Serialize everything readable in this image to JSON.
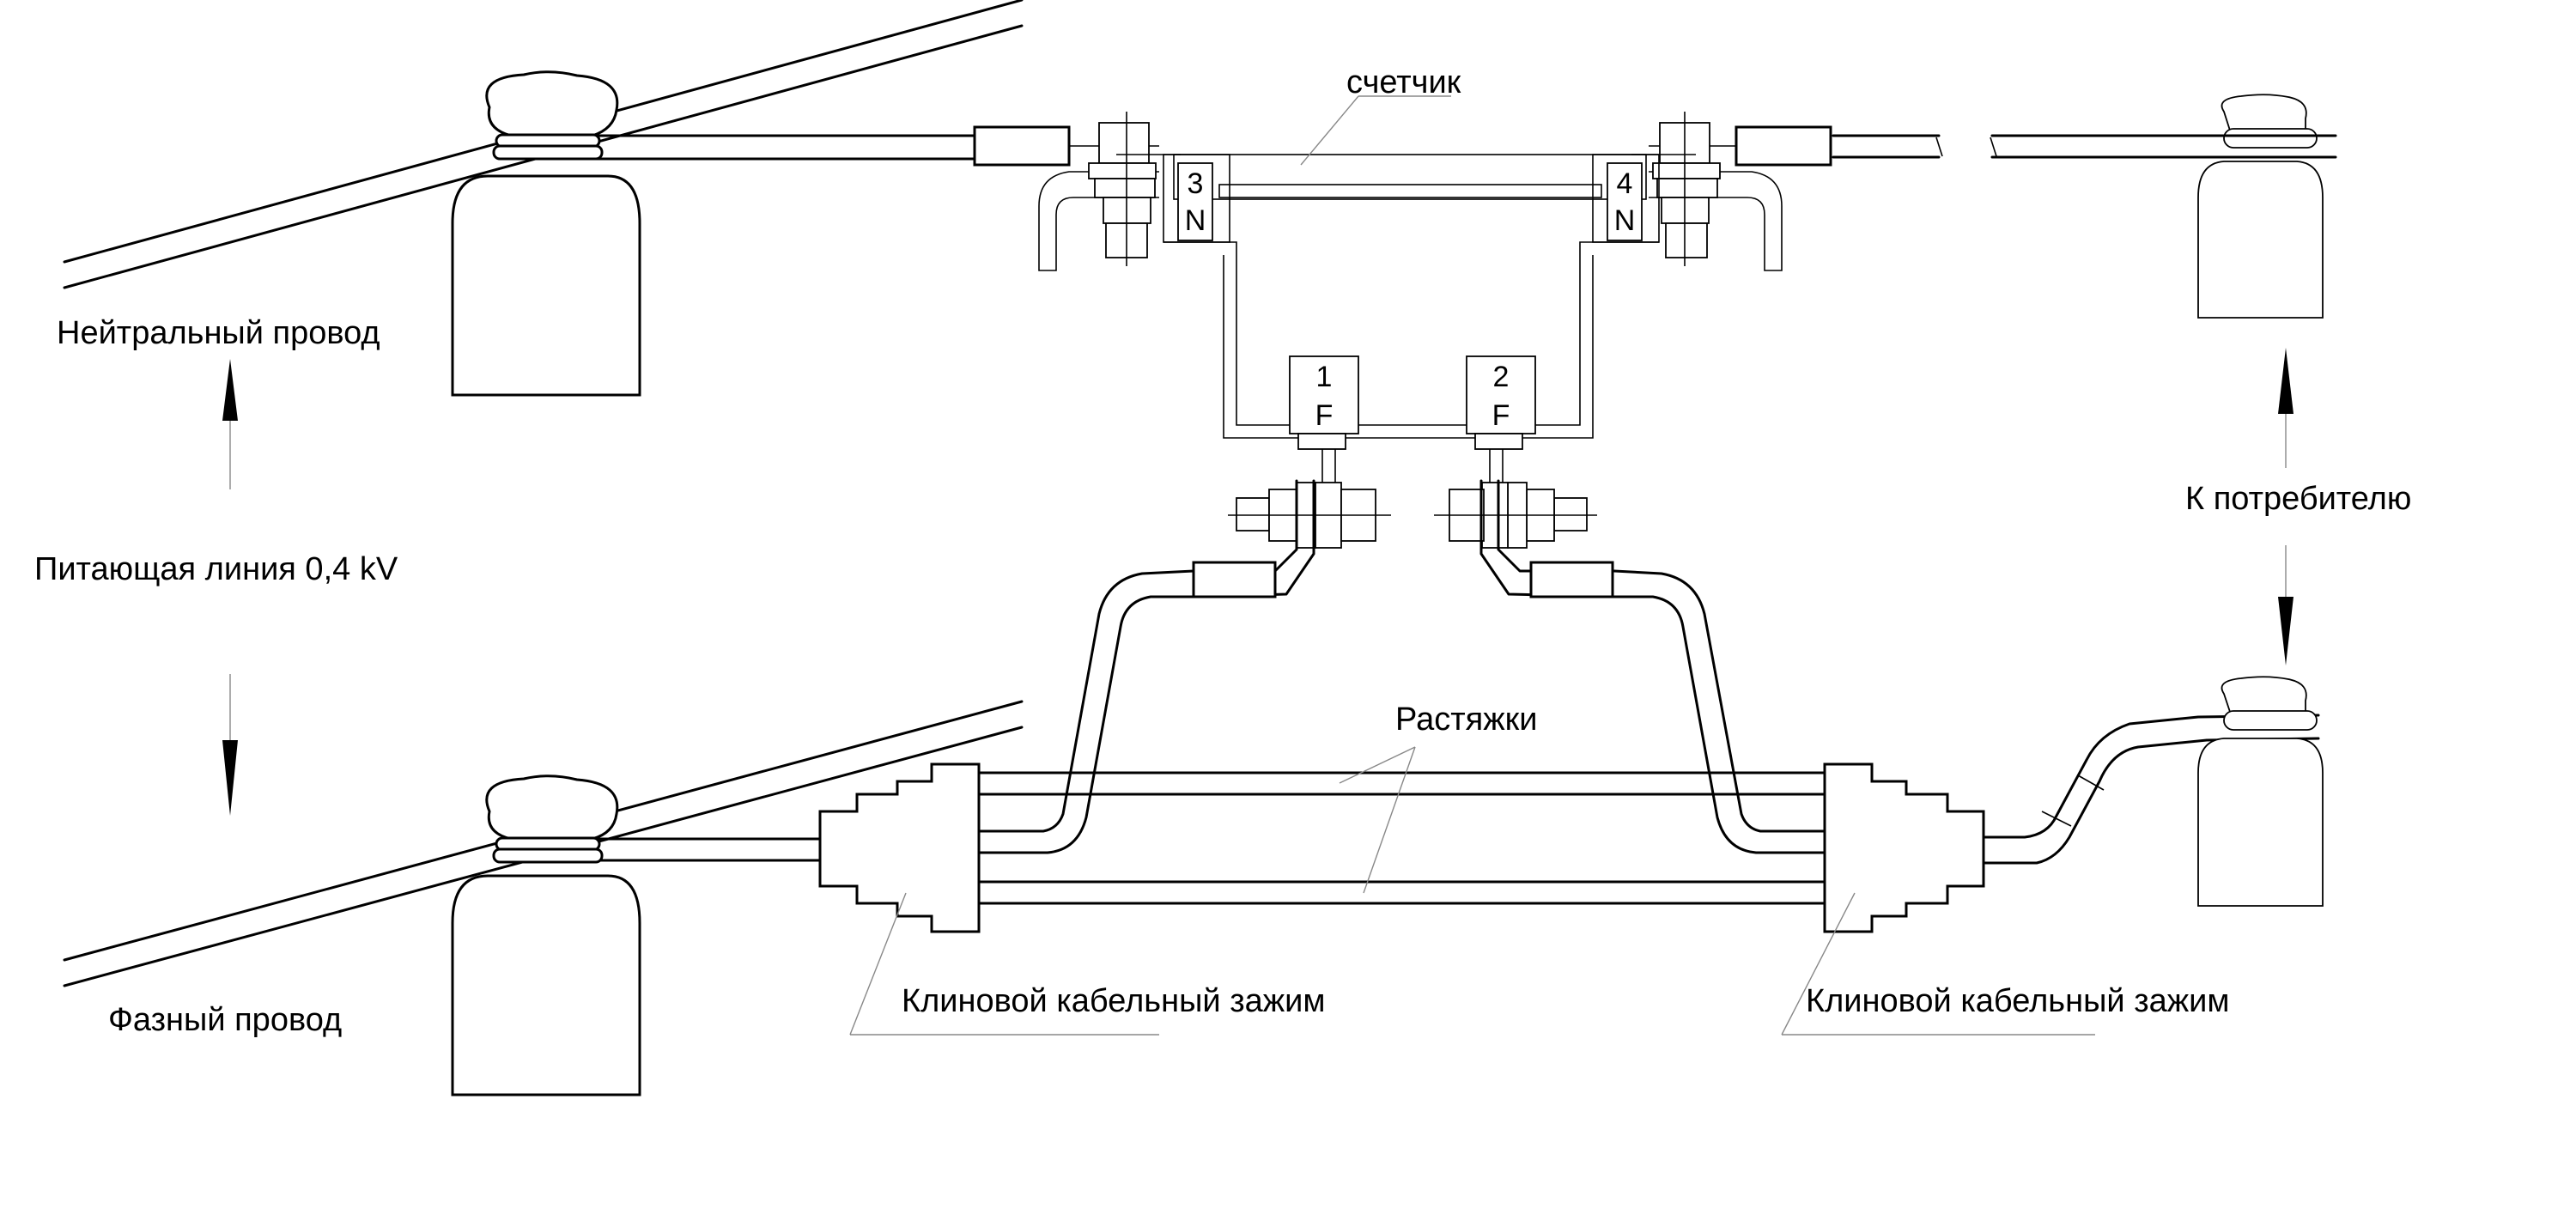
{
  "labels": {
    "meter": "счетчик",
    "neutral_wire": "Нейтральный провод",
    "supply_line": "Питающая линия 0,4 kV",
    "phase_wire": "Фазный провод",
    "to_consumer": "К потребителю",
    "braces": "Растяжки",
    "wedge_clamp_left": "Клиновой кабельный зажим",
    "wedge_clamp_right": "Клиновой кабельный зажим"
  },
  "terminals": [
    {
      "number": "3",
      "letter": "N"
    },
    {
      "number": "4",
      "letter": "N"
    },
    {
      "number": "1",
      "letter": "F"
    },
    {
      "number": "2",
      "letter": "F"
    }
  ]
}
